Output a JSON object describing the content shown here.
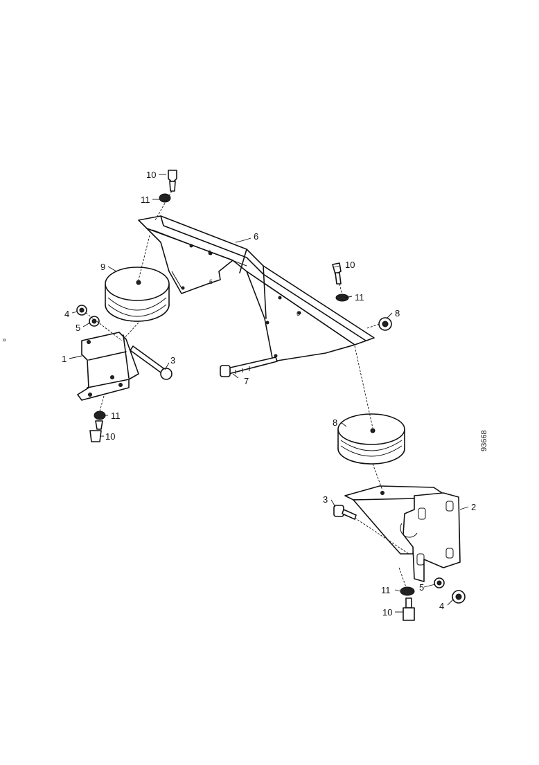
{
  "figure_number": "93668",
  "stray_mark": "¤",
  "callouts": {
    "c1": "1",
    "c2": "2",
    "c3_left": "3",
    "c3_right": "3",
    "c4_left": "4",
    "c4_right": "4",
    "c5_left": "5",
    "c5_right": "5",
    "c6_crossmember": "6",
    "c6_small_a": "6",
    "c6_small_b": "6",
    "c6_small_c": "6",
    "c7": "7",
    "c8_left": "8",
    "c8_right": "8",
    "c9": "9",
    "c10_top": "10",
    "c10_right": "10",
    "c10_left": "10",
    "c10_bottom": "10",
    "c11_top": "11",
    "c11_right": "11",
    "c11_left": "11",
    "c11_bottom": "11"
  }
}
